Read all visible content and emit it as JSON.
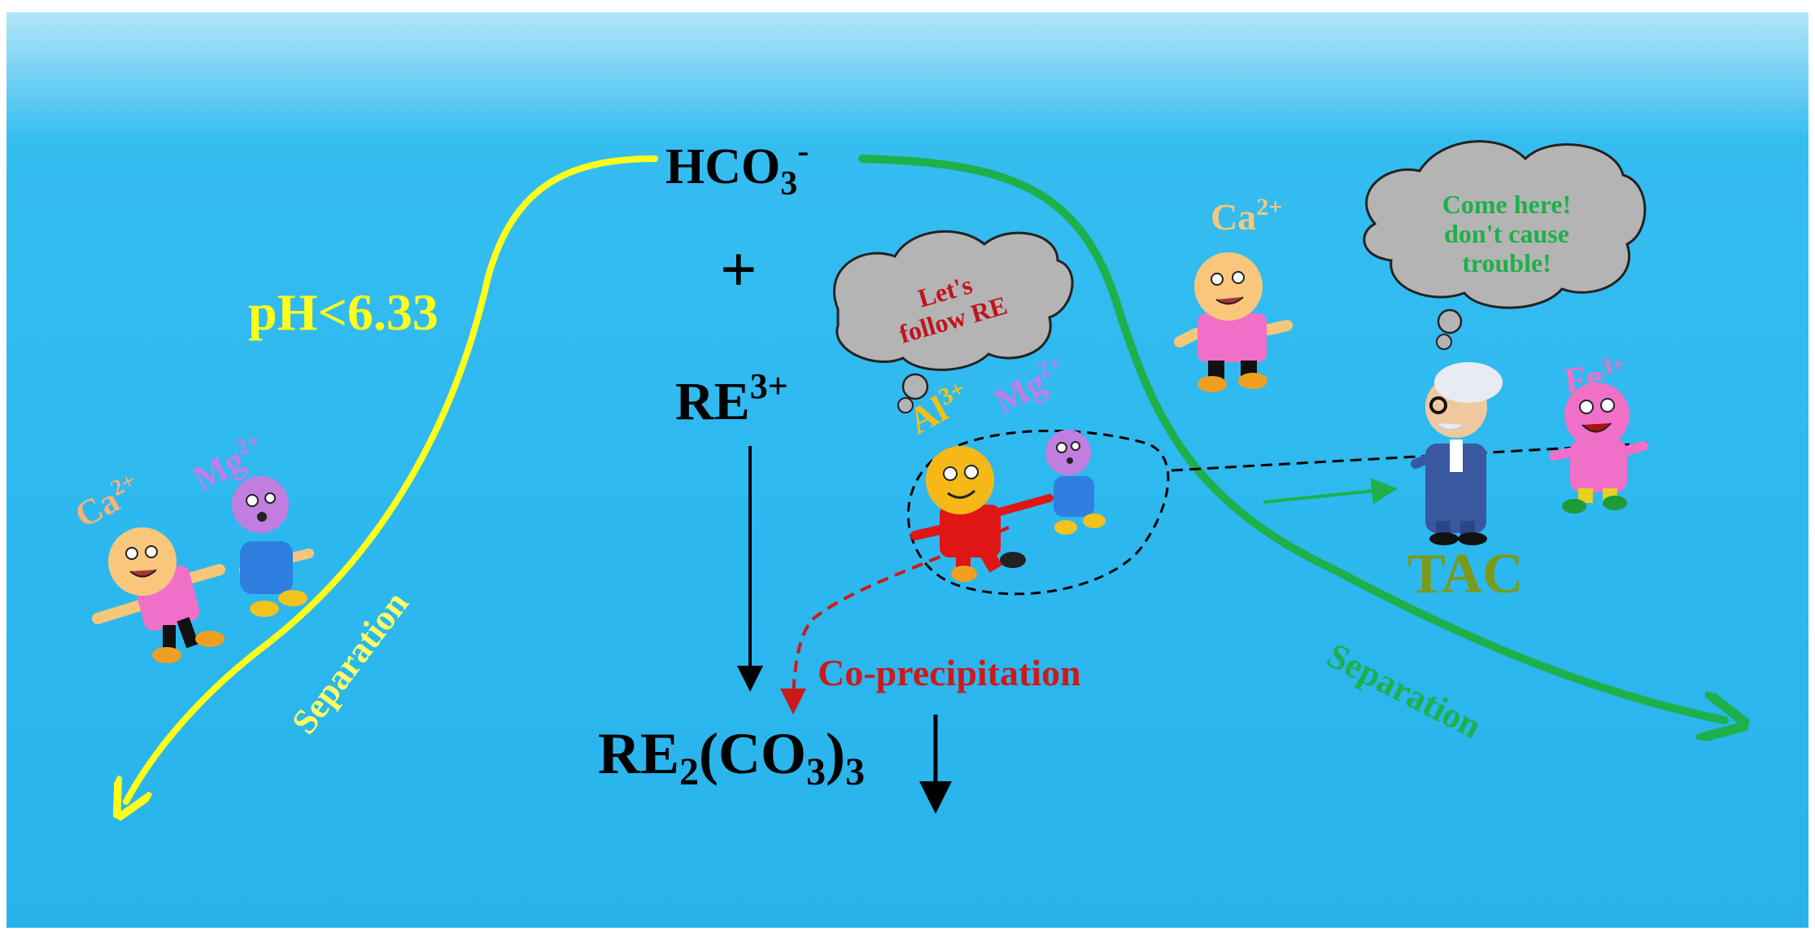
{
  "colors": {
    "background": "#2cb8ef",
    "yellow_arrow": "#ffff1a",
    "green_arrow": "#1db04b",
    "red_dashed": "#cc1a1a",
    "black": "#000000",
    "cloud": "#b4b4b4"
  },
  "reactants": {
    "hco3_base": "HCO",
    "hco3_sub": "3",
    "hco3_sup": "-",
    "plus": "+",
    "re_base": "RE",
    "re_sup": "3+"
  },
  "product": {
    "p1": "RE",
    "p2": "2",
    "p3": "(CO",
    "p4": "3",
    "p5": ")",
    "p6": "3"
  },
  "labels": {
    "ph": "pH<6.33",
    "separation_left": "Separation",
    "separation_right": "Separation",
    "coprecip": "Co-precipitation",
    "tac": "TAC"
  },
  "ions": {
    "ca_left_base": "Ca",
    "ca_left_sup": "2+",
    "mg_left_base": "Mg",
    "mg_left_sup": "2+",
    "al_base": "Al",
    "al_sup": "3+",
    "mg_mid_base": "Mg",
    "mg_mid_sup": "2+",
    "ca_right_base": "Ca",
    "ca_right_sup": "2+",
    "fe_base": "Fe",
    "fe_sup": "3+"
  },
  "bubbles": {
    "left_line1": "Let's",
    "left_line2": "follow RE",
    "right_line1": "Come here!",
    "right_line2": "don't cause",
    "right_line3": "trouble!"
  },
  "icons": [
    "ca-character-icon",
    "mg-character-icon",
    "al-character-icon",
    "fe-character-icon",
    "scientist-icon",
    "thought-cloud-icon"
  ]
}
